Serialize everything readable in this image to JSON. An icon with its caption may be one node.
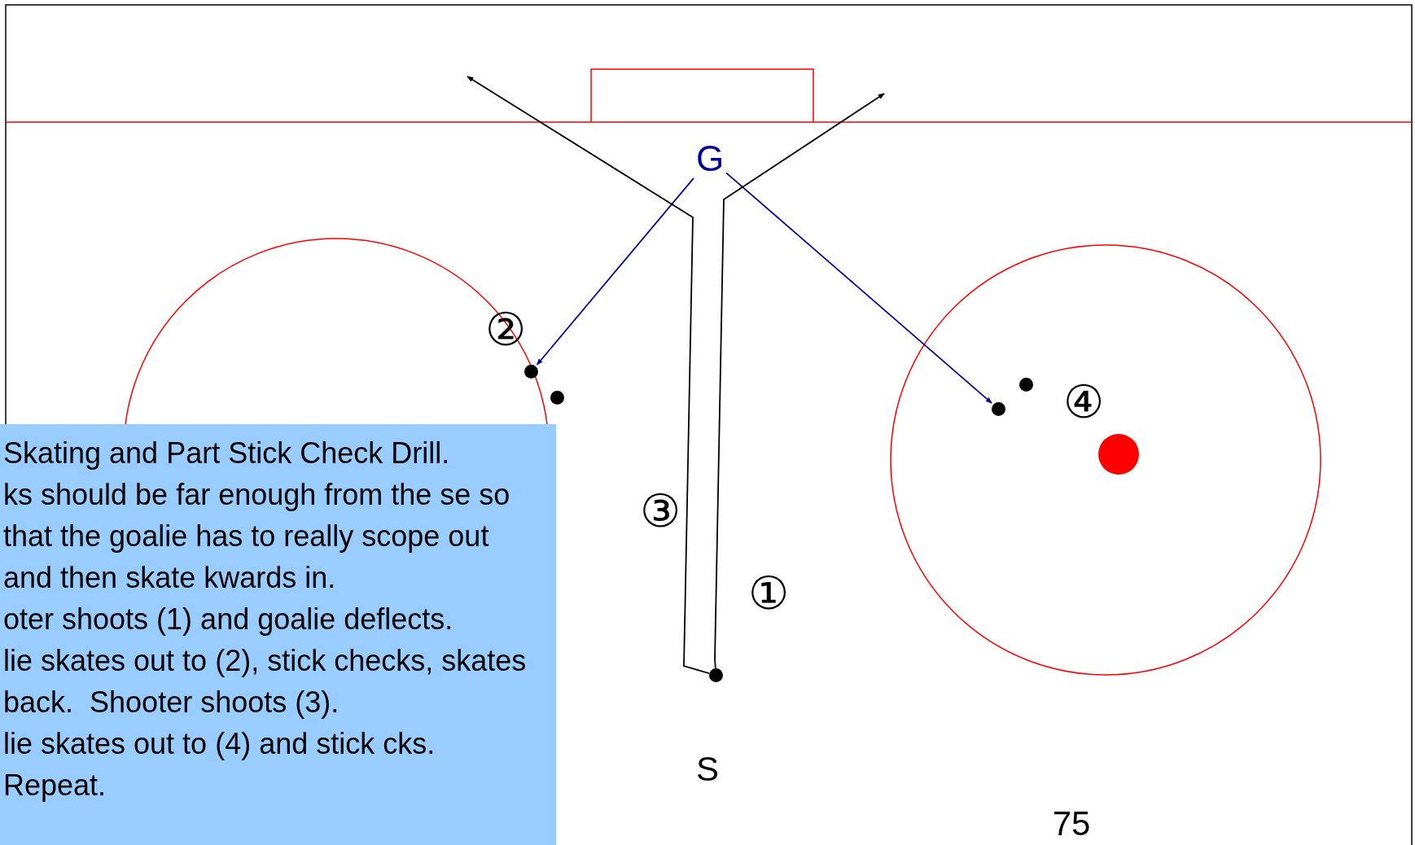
{
  "diagram": {
    "nodes": [
      {
        "text": [
          "G"
        ]
      },
      {
        "text": [],
        "shape": "circle"
      },
      {
        "text": [],
        "shape": "circle"
      },
      {
        "text": [],
        "shape": "circle"
      },
      {
        "text": [],
        "shape": "circle"
      },
      {
        "text": [
          "Skating and Part Stick Check Drill.",
          "ks should be far enough from the se so that the goalie has to really scope out and then skate kwards in.",
          "oter shoots (1) and goalie deflects.",
          "lie skates out to (2), stick checks, skates back.  Shooter shoots (3).",
          "lie skates out to (4) and stick cks.  Repeat."
        ]
      },
      {
        "text": [],
        "shape": "circle"
      }
    ],
    "edges": [
      {
        "from": 0,
        "to": 1,
        "arrow": "to",
        "color": "#000099"
      },
      {
        "from": 0,
        "to": 4,
        "arrow": "to",
        "color": "#000099"
      },
      {
        "from": 6,
        "to": null,
        "arrow": "to",
        "color": "#000000"
      },
      {
        "from": 6,
        "to": null,
        "arrow": "to",
        "color": "#000000"
      }
    ],
    "labels": [
      "②",
      "④",
      "③",
      "①",
      "S",
      "75"
    ]
  }
}
